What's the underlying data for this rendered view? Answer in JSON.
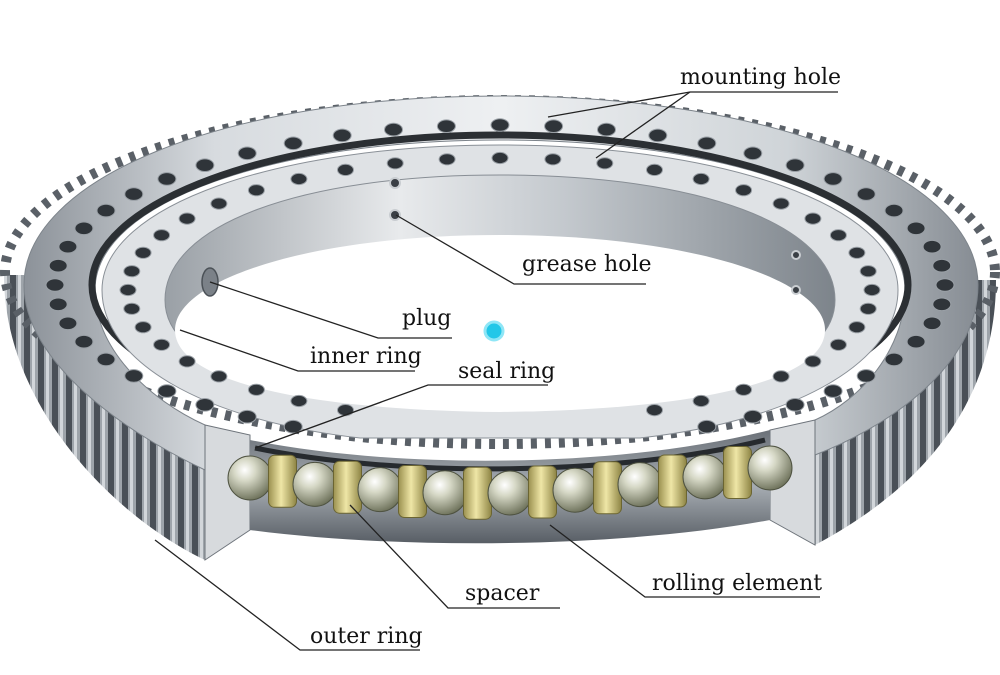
{
  "labels": {
    "mounting_hole": "mounting hole",
    "grease_hole": "grease hole",
    "plug": "plug",
    "inner_ring": "inner ring",
    "seal_ring": "seal ring",
    "spacer": "spacer",
    "rolling_element": "rolling element",
    "outer_ring": "outer ring"
  },
  "colors": {
    "steel_light": "#e4e7ea",
    "steel_mid": "#b9bec4",
    "steel_dark": "#6f757c",
    "seal_black": "#2b2f33",
    "brass": "#d8cf8a",
    "ball": "#c9cbb7",
    "marker": "#22c7e8"
  }
}
